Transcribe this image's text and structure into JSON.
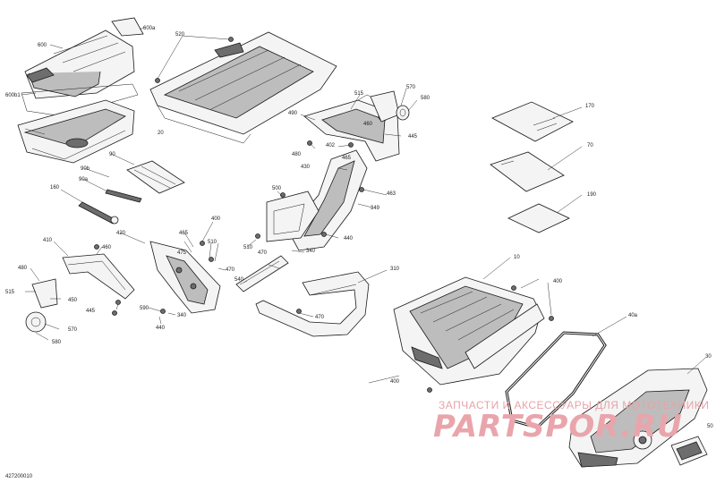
{
  "diagram_id": "427200010",
  "watermark": {
    "line1": "ЗАПЧАСТИ И АКСЕССУАРЫ ДЛЯ МОТОТЕХНИКИ",
    "line2": "PARTSPOR.RU"
  },
  "labels": {
    "l600a": "600a",
    "l600": "600",
    "l600b1": "600b1",
    "l520": "520",
    "l20": "20",
    "l515a": "515",
    "l570a": "570",
    "l580a": "580",
    "l490": "490",
    "l460": "460",
    "l445a": "445",
    "l480a": "480",
    "l402": "402",
    "l465a": "465",
    "l430": "430",
    "l463": "463",
    "l500": "500",
    "l349": "349",
    "l440a": "440",
    "l510a": "510",
    "l470a": "470",
    "l340a": "340",
    "l90": "90",
    "l90b": "90b",
    "l90a": "90a",
    "l160": "160",
    "l400a": "400",
    "l420": "420",
    "l465b": "465",
    "l510b": "510",
    "l475": "475",
    "l410": "410",
    "l460b": "460",
    "l480b": "480",
    "l515b": "515",
    "l450": "450",
    "l445b": "445",
    "l470b": "470",
    "l540": "540",
    "l590": "590",
    "l340b": "340",
    "l440b": "440",
    "l570b": "570",
    "l580b": "580",
    "l310": "310",
    "l470c": "470",
    "l170": "170",
    "l70": "70",
    "l190": "190",
    "l10": "10",
    "l400b": "400",
    "l400c": "400",
    "l40a": "40a",
    "l30": "30",
    "l50": "50"
  },
  "colors": {
    "line": "#1a1a1a",
    "watermark": "#e7a3a8"
  }
}
